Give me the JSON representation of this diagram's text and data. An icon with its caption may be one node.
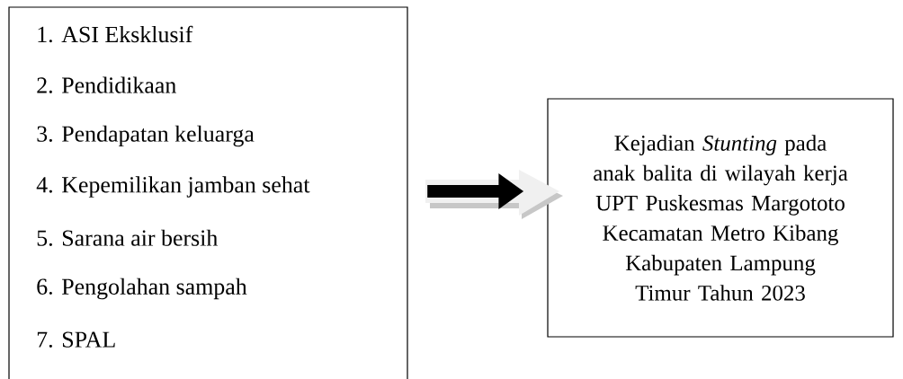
{
  "diagram": {
    "nodes": [
      {
        "text": [
          "1. ASI Eksklusif",
          "2. Pendidikaan",
          "3. Pendapatan keluarga",
          "4. Kepemilikan jamban sehat",
          "5. Sarana air bersih",
          "6. Pengolahan sampah",
          "7. SPAL"
        ]
      },
      {
        "text": [
          "Kejadian *Stunting* pada anak balita di wilayah kerja UPT Puskesmas Margototo Kecamatan Metro Kibang Kabupaten Lampung Timur Tahun 2023"
        ]
      }
    ],
    "edges": [
      {
        "from": 0,
        "to": 1,
        "arrow": "to"
      }
    ]
  }
}
